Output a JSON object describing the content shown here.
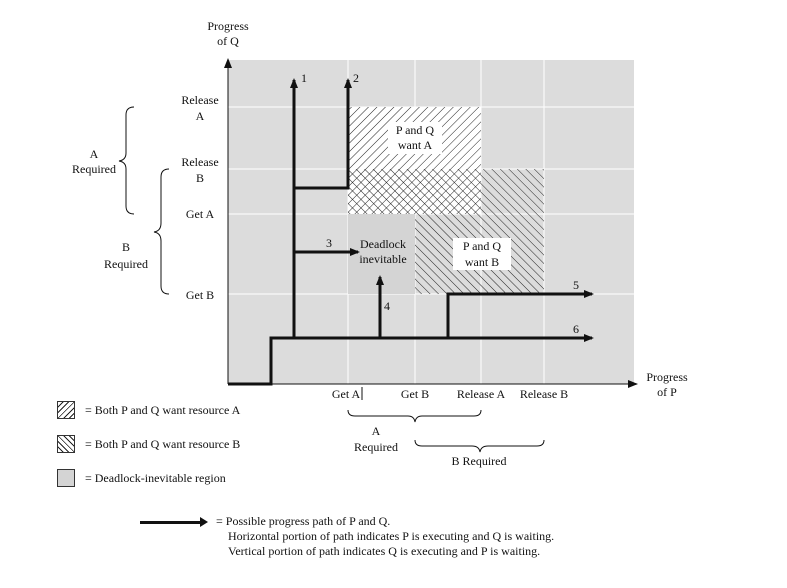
{
  "axes": {
    "y_title": [
      "Progress",
      "of Q"
    ],
    "x_title": [
      "Progress",
      "of P"
    ],
    "y_ticks": [
      {
        "lines": [
          "Release",
          "A"
        ],
        "value": 4
      },
      {
        "lines": [
          "Release",
          "B"
        ],
        "value": 3
      },
      {
        "lines": [
          "Get A"
        ],
        "value": 2
      },
      {
        "lines": [
          "Get B"
        ],
        "value": 1
      }
    ],
    "x_ticks": [
      {
        "label": "Get A",
        "value": 1
      },
      {
        "label": "Get B",
        "value": 2
      },
      {
        "label": "Release A",
        "value": 3
      },
      {
        "label": "Release B",
        "value": 4
      }
    ]
  },
  "brackets": {
    "a_required_q": [
      "A",
      "Required"
    ],
    "b_required_q": [
      "B",
      "Required"
    ],
    "a_required_p": [
      "A",
      "Required"
    ],
    "b_required_p": "B Required"
  },
  "regions": {
    "p_q_want_a": [
      "P and Q",
      "want A"
    ],
    "p_q_want_b": [
      "P and Q",
      "want B"
    ],
    "deadlock": [
      "Deadlock",
      "inevitable"
    ]
  },
  "paths": [
    {
      "label": "1"
    },
    {
      "label": "2"
    },
    {
      "label": "3"
    },
    {
      "label": "4"
    },
    {
      "label": "5"
    },
    {
      "label": "6"
    }
  ],
  "legend": {
    "want_a": "= Both P and Q want resource A",
    "want_b": "= Both P and Q want resource B",
    "deadlock": "= Deadlock-inevitable region"
  },
  "path_note": {
    "line1": "= Possible progress path of P and Q.",
    "line2": "Horizontal portion of path indicates P is executing and Q is waiting.",
    "line3": "Vertical portion of path indicates Q is executing and P is waiting."
  }
}
